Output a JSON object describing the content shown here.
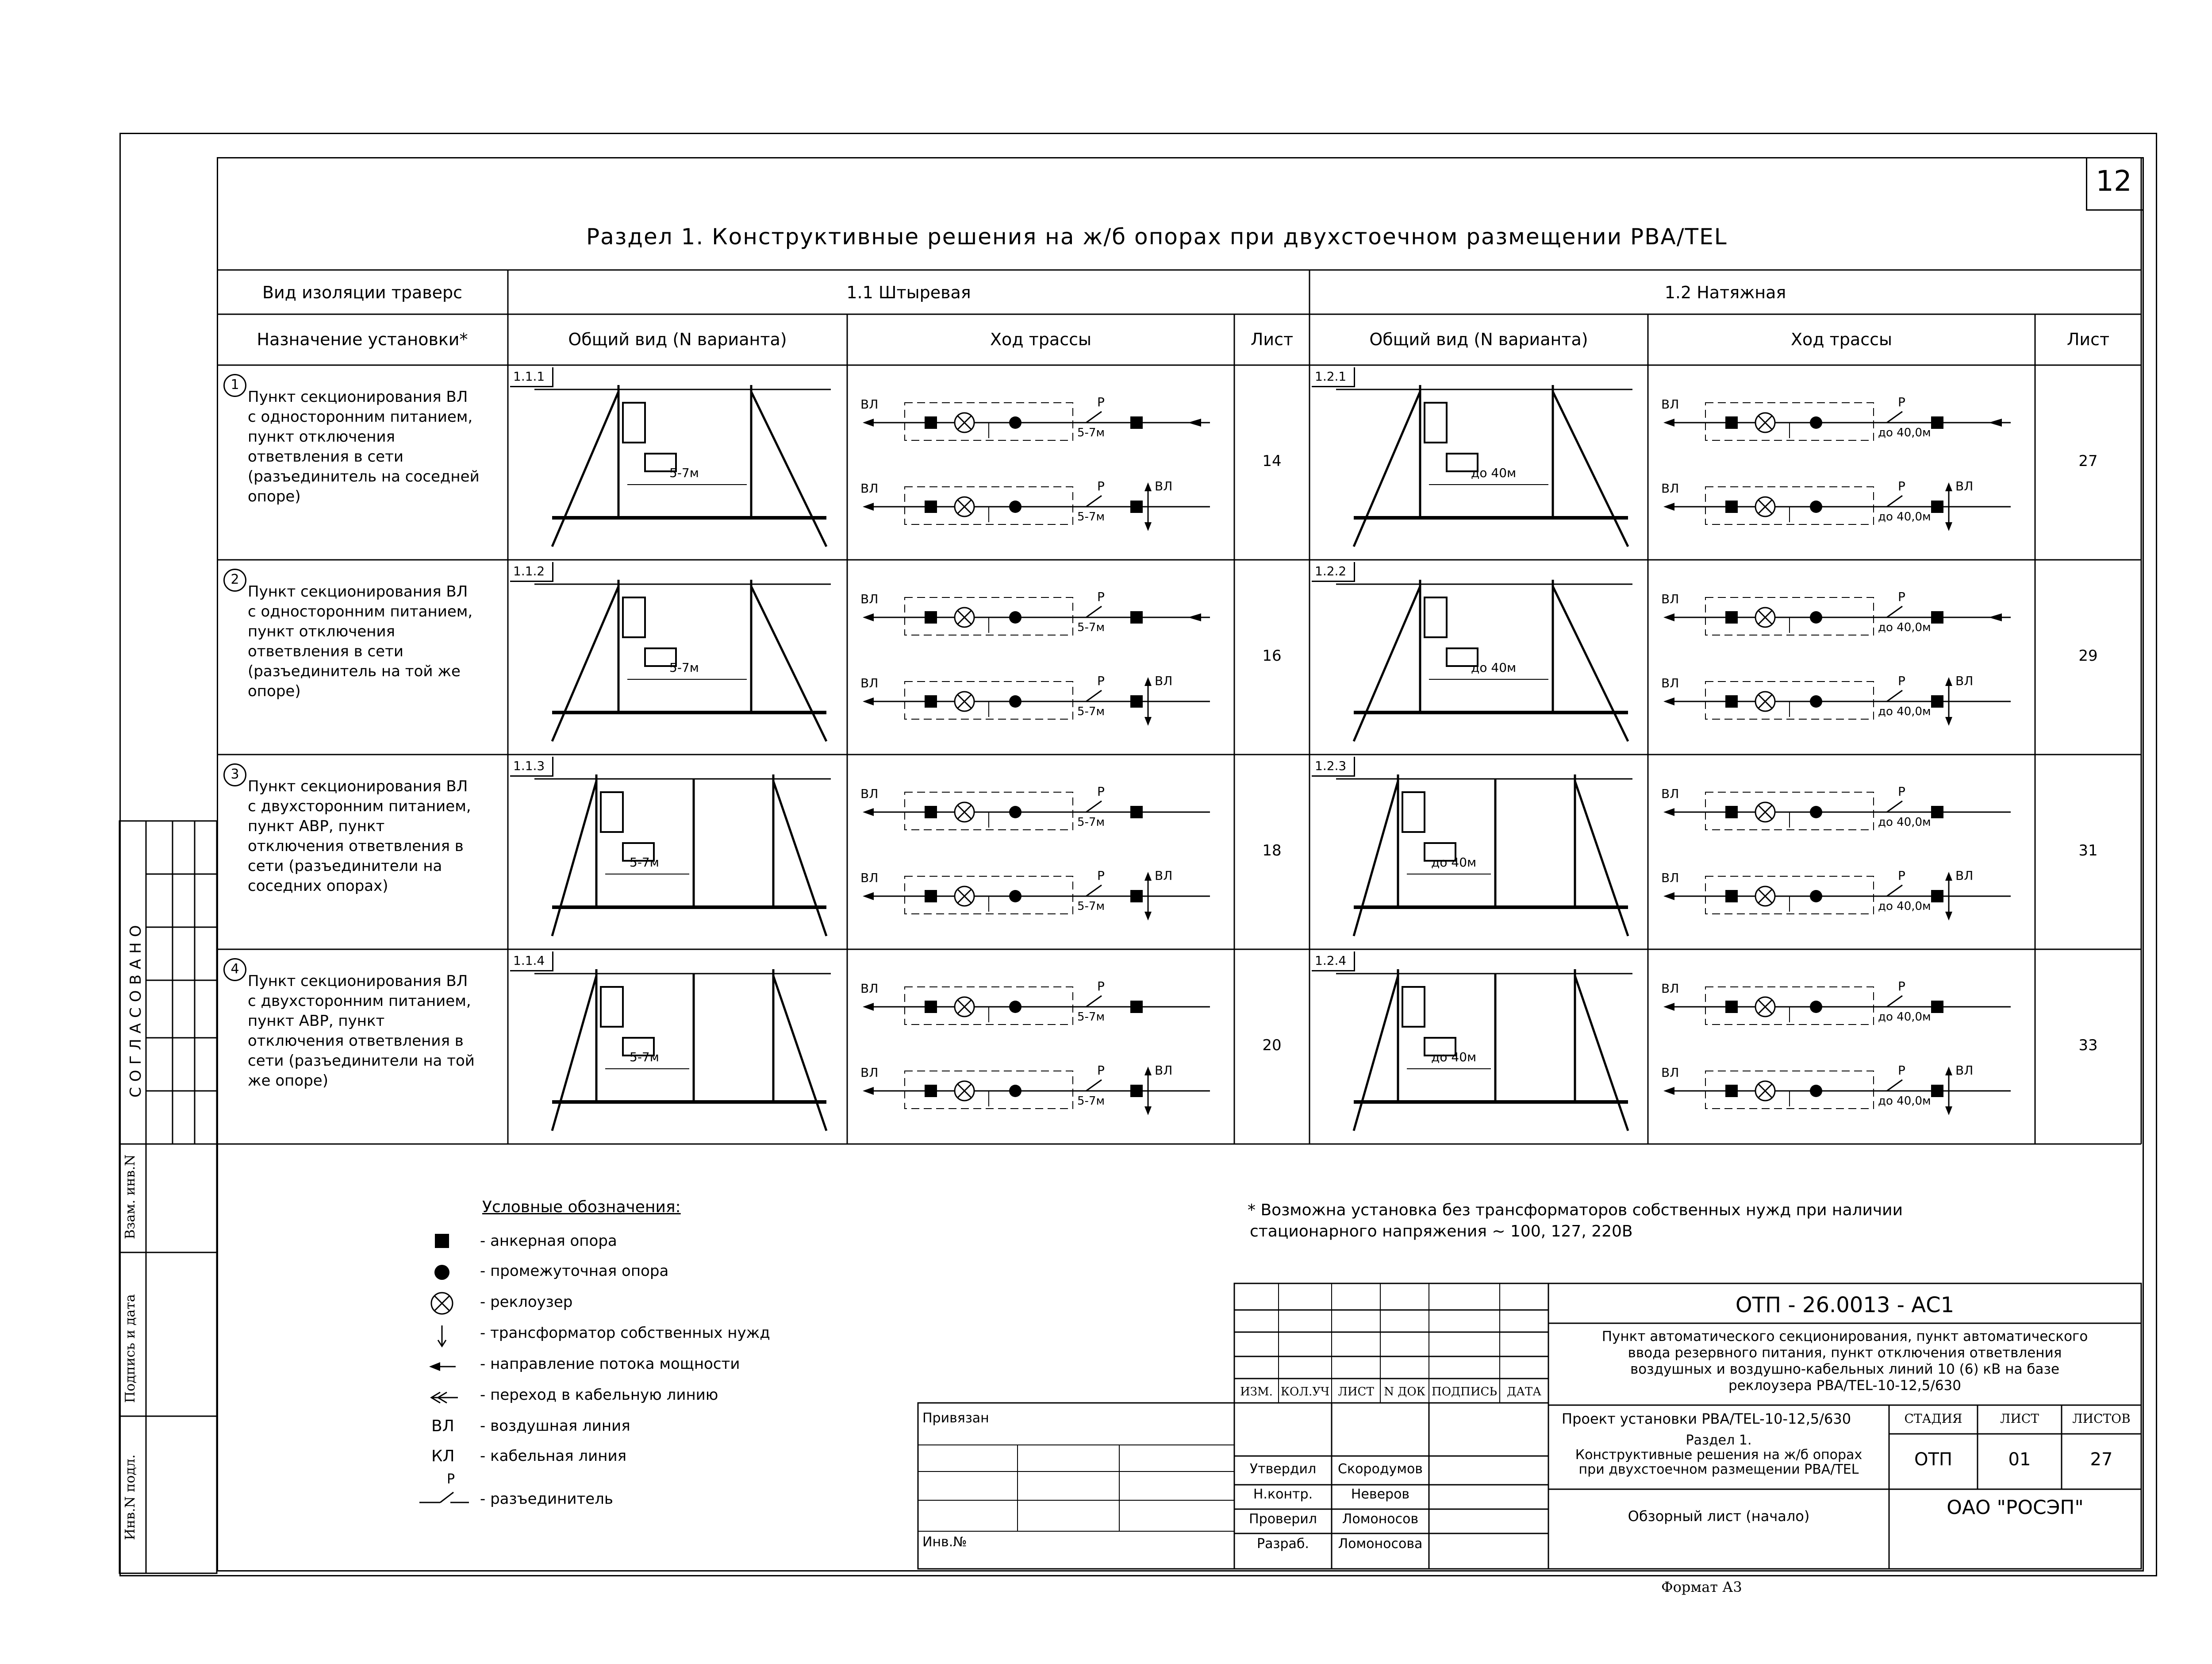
{
  "sheet_number": "12",
  "title": "Раздел 1.  Конструктивные решения на ж/б опорах при двухстоечном размещении РВА/TEL",
  "table": {
    "header_insulation": "Вид изоляции траверс",
    "header_purpose": "Назначение установки*",
    "group1": "1.1 Штыревая",
    "group2": "1.2 Натяжная",
    "col_general": "Общий вид (N варианта)",
    "col_route": "Ход трассы",
    "col_sheet": "Лист",
    "rows": [
      {
        "num": "1",
        "purpose": [
          "Пункт секционирования ВЛ",
          "с односторонним питанием,",
          "пункт отключения",
          "ответвления в сети",
          "(разъединитель на соседней",
          "опоре)"
        ],
        "v1": "1.1.1",
        "v2": "1.2.1",
        "s1": "14",
        "s2": "27"
      },
      {
        "num": "2",
        "purpose": [
          "Пункт секционирования ВЛ",
          "с односторонним питанием,",
          "пункт отключения",
          "ответвления в сети",
          "(разъединитель на той же",
          "опоре)"
        ],
        "v1": "1.1.2",
        "v2": "1.2.2",
        "s1": "16",
        "s2": "29"
      },
      {
        "num": "3",
        "purpose": [
          "Пункт секционирования ВЛ",
          "с двухсторонним питанием,",
          "пункт АВР, пункт",
          "отключения ответвления в",
          "сети (разъединители на",
          "соседних опорах)"
        ],
        "v1": "1.1.3",
        "v2": "1.2.3",
        "s1": "18",
        "s2": "31"
      },
      {
        "num": "4",
        "purpose": [
          "Пункт секционирования ВЛ",
          "с двухсторонним питанием,",
          "пункт АВР, пункт",
          "отключения ответвления в",
          "сети (разъединители на той",
          "же опоре)"
        ],
        "v1": "1.1.4",
        "v2": "1.2.4",
        "s1": "20",
        "s2": "33"
      }
    ]
  },
  "labels": {
    "vl": "ВЛ",
    "p": "Р",
    "dist1": "5-7м",
    "dist2": "до 40,0м",
    "dist3": "до 40м"
  },
  "legend": {
    "title": "Условные обозначения:",
    "items": [
      "- анкерная опора",
      "- промежуточная  опора",
      "- реклоузер",
      "- трансформатор собственных нужд",
      "- направление потока мощности",
      "- переход в кабельную линию",
      "- воздушная линия",
      "- кабельная линия",
      "- разъединитель"
    ],
    "sym_vl": "ВЛ",
    "sym_kl": "КЛ",
    "sym_p": "Р"
  },
  "footnote": [
    "* Возможна установка без трансформаторов собственных нужд при наличии",
    "стационарного напряжения ~ 100, 127, 220В"
  ],
  "side": {
    "agreed": "СОГЛАСОВАНО",
    "vzam": "Взам. инв.N",
    "podpis": "Подпись и дата",
    "inv": "Инв.N подл."
  },
  "stamp": {
    "code": "ОТП - 26.0013 - АС1",
    "description": [
      "Пункт автоматического секционирования, пункт автоматического",
      "ввода резервного питания, пункт отключения ответвления",
      "воздушных и воздушно-кабельных линий 10 (6) кВ на базе",
      "реклоузера РВА/TEL-10-12,5/630"
    ],
    "project": "Проект установки РВА/TEL-10-12,5/630",
    "section": [
      "Раздел 1.",
      "Конструктивные решения на ж/б опорах",
      "при двухстоечном размещении РВА/TEL"
    ],
    "sheet_title": "Обзорный лист (начало)",
    "stage_h": "СТАДИЯ",
    "list_h": "ЛИСТ",
    "lists_h": "ЛИСТОВ",
    "stage": "ОТП",
    "list": "01",
    "lists": "27",
    "org": "ОАО \"РОСЭП\"",
    "privyazan": "Привязан",
    "inv_no": "Инв.№",
    "cols": [
      "ИЗМ.",
      "КОЛ.УЧ",
      "ЛИСТ",
      "N ДОК",
      "ПОДПИСЬ",
      "ДАТА"
    ],
    "roles": [
      "Утвердил",
      "Н.контр.",
      "Проверил",
      "Разраб."
    ],
    "names": [
      "Скородумов",
      "Неверов",
      "Ломоносов",
      "Ломоносова"
    ]
  },
  "format": "Формат А3"
}
